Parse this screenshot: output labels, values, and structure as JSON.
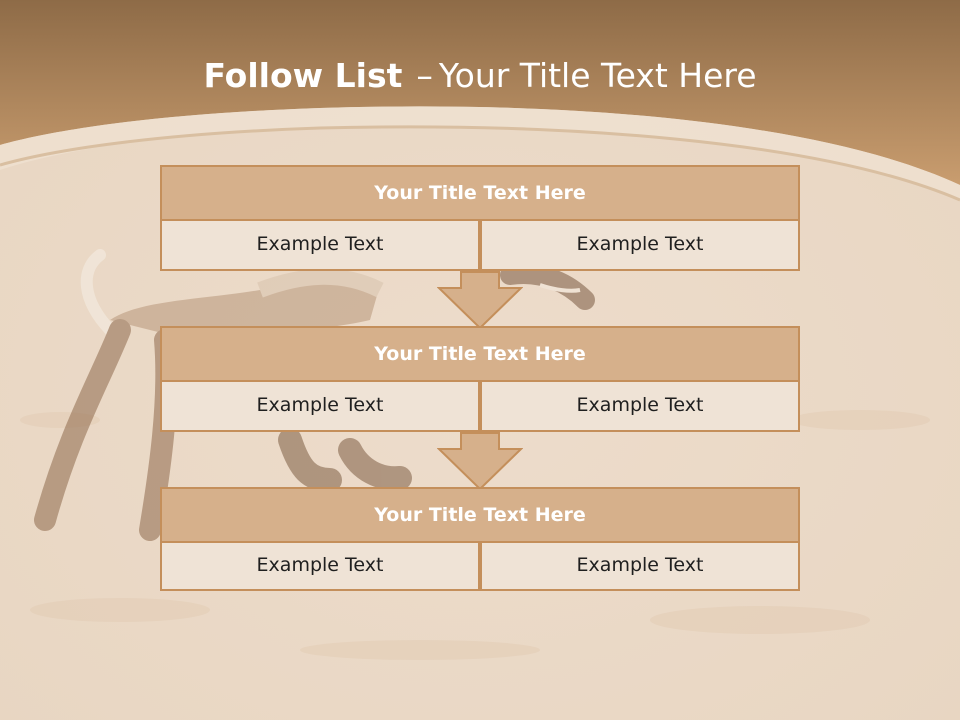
{
  "slide": {
    "title_bold": "Follow List",
    "title_dash": "–",
    "title_rest": "Your Title Text Here"
  },
  "blocks": [
    {
      "title": "Your Title Text Here",
      "left": "Example Text",
      "right": "Example Text"
    },
    {
      "title": "Your Title Text Here",
      "left": "Example Text",
      "right": "Example Text"
    },
    {
      "title": "Your Title Text Here",
      "left": "Example Text",
      "right": "Example Text"
    }
  ],
  "colors": {
    "header_band": "#c4956a",
    "block_header": "#d6b08b",
    "block_border": "#c48f5b",
    "cell_fill": "#efe3d6"
  }
}
